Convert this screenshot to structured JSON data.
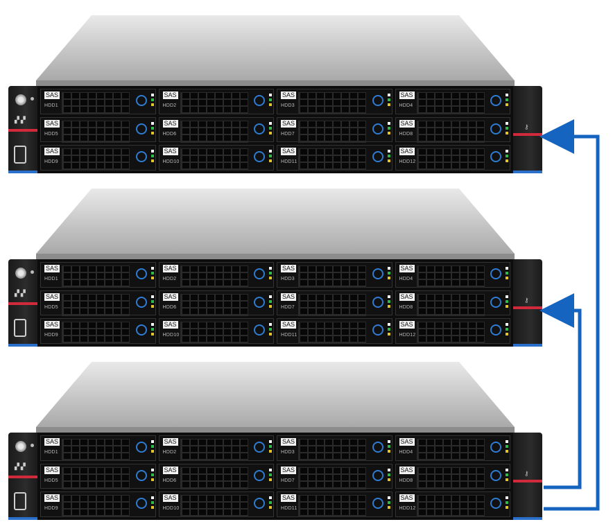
{
  "servers": [
    {
      "bays": [
        {
          "tag": "SAS",
          "label": "HDD1"
        },
        {
          "tag": "SAS",
          "label": "HDD2"
        },
        {
          "tag": "SAS",
          "label": "HDD3"
        },
        {
          "tag": "SAS",
          "label": "HDD4"
        },
        {
          "tag": "SAS",
          "label": "HDD5"
        },
        {
          "tag": "SAS",
          "label": "HDD6"
        },
        {
          "tag": "SAS",
          "label": "HDD7"
        },
        {
          "tag": "SAS",
          "label": "HDD8"
        },
        {
          "tag": "SAS",
          "label": "HDD9"
        },
        {
          "tag": "SAS",
          "label": "HDD10"
        },
        {
          "tag": "SAS",
          "label": "HDD11"
        },
        {
          "tag": "SAS",
          "label": "HDD12"
        }
      ]
    },
    {
      "bays": [
        {
          "tag": "SAS",
          "label": "HDD1"
        },
        {
          "tag": "SAS",
          "label": "HDD2"
        },
        {
          "tag": "SAS",
          "label": "HDD3"
        },
        {
          "tag": "SAS",
          "label": "HDD4"
        },
        {
          "tag": "SAS",
          "label": "HDD5"
        },
        {
          "tag": "SAS",
          "label": "HDD6"
        },
        {
          "tag": "SAS",
          "label": "HDD7"
        },
        {
          "tag": "SAS",
          "label": "HDD8"
        },
        {
          "tag": "SAS",
          "label": "HDD9"
        },
        {
          "tag": "SAS",
          "label": "HDD10"
        },
        {
          "tag": "SAS",
          "label": "HDD11"
        },
        {
          "tag": "SAS",
          "label": "HDD12"
        }
      ]
    },
    {
      "bays": [
        {
          "tag": "SAS",
          "label": "HDD1"
        },
        {
          "tag": "SAS",
          "label": "HDD2"
        },
        {
          "tag": "SAS",
          "label": "HDD3"
        },
        {
          "tag": "SAS",
          "label": "HDD4"
        },
        {
          "tag": "SAS",
          "label": "HDD5"
        },
        {
          "tag": "SAS",
          "label": "HDD6"
        },
        {
          "tag": "SAS",
          "label": "HDD7"
        },
        {
          "tag": "SAS",
          "label": "HDD8"
        },
        {
          "tag": "SAS",
          "label": "HDD9"
        },
        {
          "tag": "SAS",
          "label": "HDD10"
        },
        {
          "tag": "SAS",
          "label": "HDD11"
        },
        {
          "tag": "SAS",
          "label": "HDD12"
        }
      ]
    }
  ],
  "colors": {
    "cable": "#1565c0",
    "accent_red": "#d12a3c",
    "accent_blue": "#2a6fc9",
    "latch_blue": "#2f7cd3"
  },
  "icons": [
    "power-icon",
    "network-icon",
    "usb-icon",
    "key-icon",
    "arrow-left-icon"
  ]
}
